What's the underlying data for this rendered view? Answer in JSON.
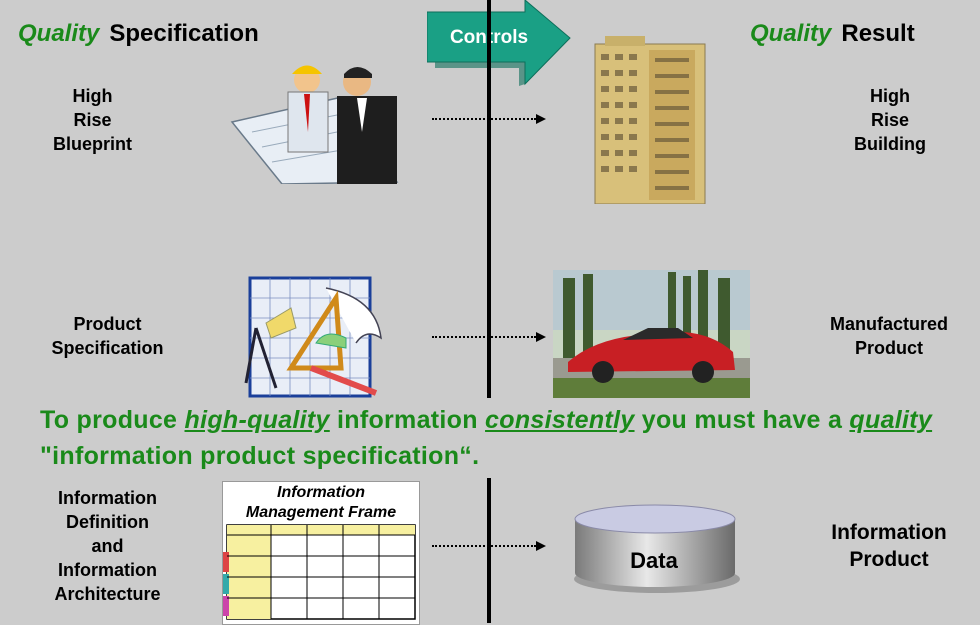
{
  "headers": {
    "spec_prefix": "Quality",
    "spec_word": "Specification",
    "result_prefix": "Quality",
    "result_word": "Result"
  },
  "controls_label": "Controls",
  "rows": [
    {
      "left": [
        "High",
        "Rise",
        "Blueprint"
      ],
      "right": [
        "High",
        "Rise",
        "Building"
      ]
    },
    {
      "left": [
        "Product",
        "Specification"
      ],
      "right": [
        "Manufactured",
        "Product"
      ]
    },
    {
      "left": [
        "Information",
        "Definition",
        "and",
        "Information",
        "Architecture"
      ],
      "right": [
        "Information",
        "Product"
      ]
    }
  ],
  "message": {
    "p1": "To produce ",
    "u1": "high-quality",
    "p2": " information ",
    "u2": "consistently",
    "p3": " you must have a ",
    "u3": "quality",
    "p4": " \"information product specification“."
  },
  "frame": {
    "title_line1": "Information",
    "title_line2": "Management Frame"
  },
  "data_label": "Data",
  "colors": {
    "accent_green": "#1a8a1a",
    "controls_arrow": "#1aa085",
    "background": "#cccccc"
  }
}
